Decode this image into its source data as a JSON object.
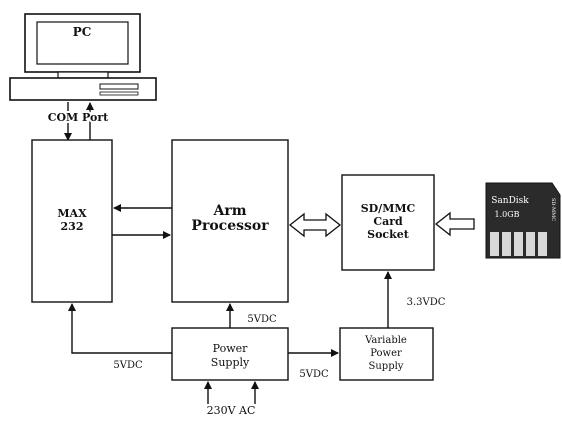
{
  "pc": {
    "label": "PC",
    "port_label": "COM Port"
  },
  "max232": {
    "line1": "MAX",
    "line2": "232"
  },
  "arm": {
    "line1": "Arm",
    "line2": "Processor"
  },
  "sd_socket": {
    "line1": "SD/MMC",
    "line2": "Card",
    "line3": "Socket"
  },
  "power_supply": {
    "line1": "Power",
    "line2": "Supply"
  },
  "variable_supply": {
    "line1": "Variable",
    "line2": "Power",
    "line3": "Supply"
  },
  "labels": {
    "ps_to_max": "5VDC",
    "ps_to_arm": "5VDC",
    "ps_to_var": "5VDC",
    "var_to_sd": "3.3VDC",
    "mains": "230V AC"
  },
  "sd_card": {
    "brand": "SanDisk",
    "capacity": "1.0GB",
    "side_text": "SD·MMC"
  }
}
